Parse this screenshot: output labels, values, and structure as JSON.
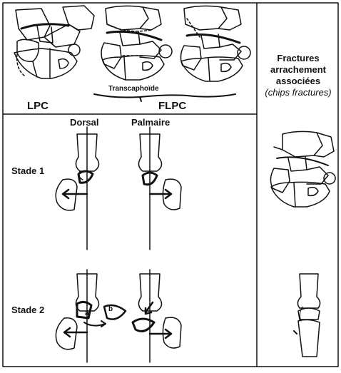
{
  "labels": {
    "lpc": "LPC",
    "flpc": "FLPC",
    "transcaphoide": "Transcaphoïde",
    "dorsal": "Dorsal",
    "palmaire": "Palmaire",
    "stade1": "Stade 1",
    "stade2": "Stade 2",
    "letter_a": "a",
    "letter_b": "b"
  },
  "side_panel": {
    "line1": "Fractures",
    "line2": "arrachement",
    "line3": "associées",
    "line4": "(chips fractures)"
  }
}
